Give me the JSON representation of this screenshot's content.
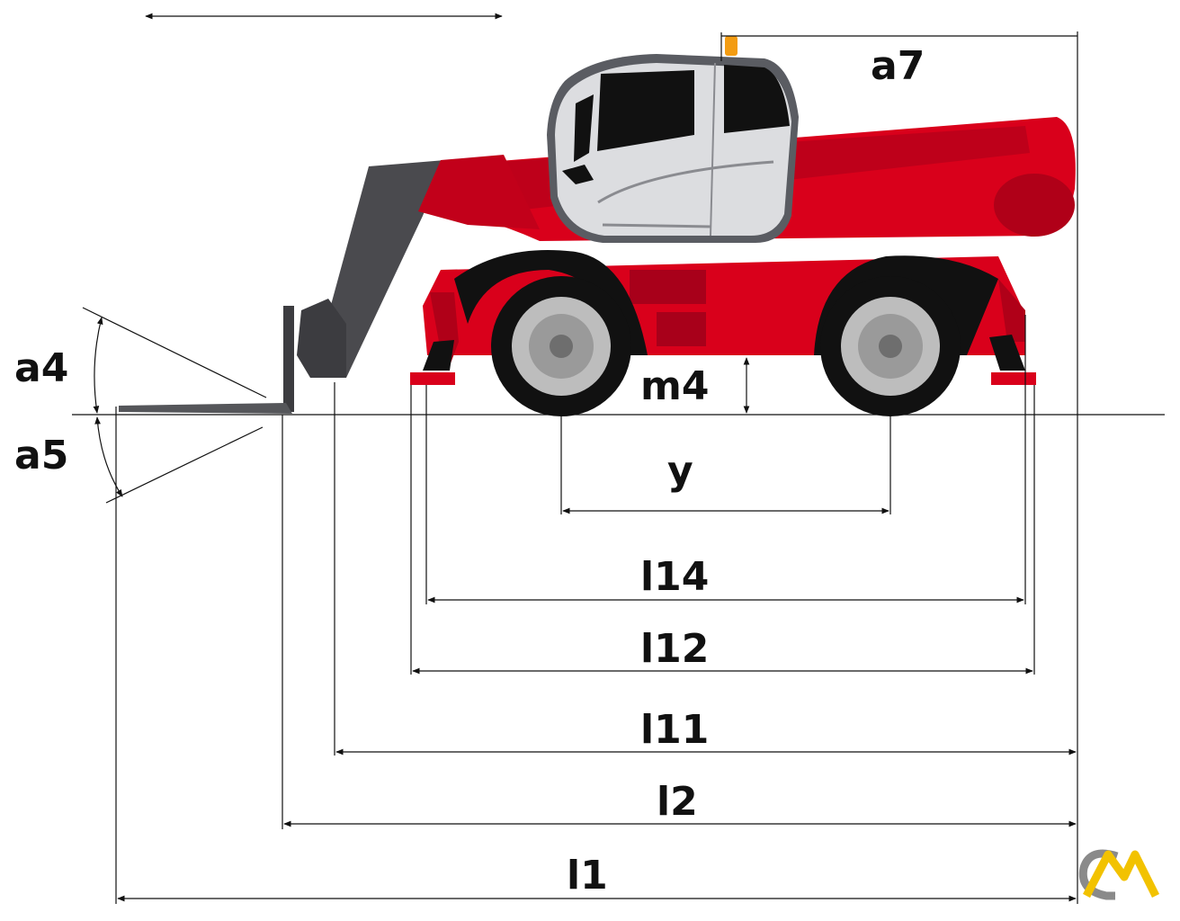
{
  "labels": {
    "a7": "a7",
    "a4": "a4",
    "a5": "a5",
    "m4": "m4",
    "y": "y",
    "l14": "l14",
    "l12": "l12",
    "l11": "l11",
    "l2": "l2",
    "l1": "l1"
  },
  "colors": {
    "body_red": "#d9001b",
    "dark_red": "#a8001a",
    "boom_gray": "#4a4a4e",
    "tire_black": "#111111",
    "rim_gray": "#bdbdbd",
    "cab_gray": "#dcdde0",
    "beacon": "#f39c12",
    "line": "#111111",
    "logo_gold": "#f2c200",
    "logo_gray": "#8a8a8a"
  },
  "icons": [
    "beacon-icon",
    "logo-icon"
  ]
}
